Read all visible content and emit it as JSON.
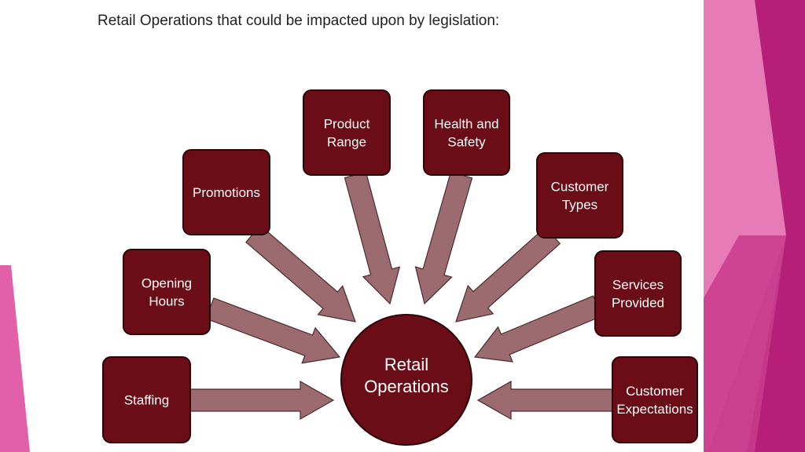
{
  "slide": {
    "title": "Retail Operations that could be impacted upon by legislation:"
  },
  "diagram": {
    "center_label": [
      "Retail",
      "Operations"
    ],
    "nodes": [
      {
        "id": "staffing",
        "lines": [
          "Staffing"
        ]
      },
      {
        "id": "opening-hours",
        "lines": [
          "Opening",
          "Hours"
        ]
      },
      {
        "id": "promotions",
        "lines": [
          "Promotions"
        ]
      },
      {
        "id": "product-range",
        "lines": [
          "Product",
          "Range"
        ]
      },
      {
        "id": "health-and-safety",
        "lines": [
          "Health and",
          "Safety"
        ]
      },
      {
        "id": "customer-types",
        "lines": [
          "Customer",
          "Types"
        ]
      },
      {
        "id": "services-provided",
        "lines": [
          "Services",
          "Provided"
        ]
      },
      {
        "id": "customer-expectations",
        "lines": [
          "Customer",
          "Expectations"
        ]
      }
    ]
  },
  "colors": {
    "box_fill": "#6b0d16",
    "box_stroke": "#2b0508",
    "arrow_fill": "#9b6b70",
    "arrow_stroke": "#4a2a2e",
    "accent_magenta": "#b51f78",
    "accent_pink": "#e77bb8"
  }
}
